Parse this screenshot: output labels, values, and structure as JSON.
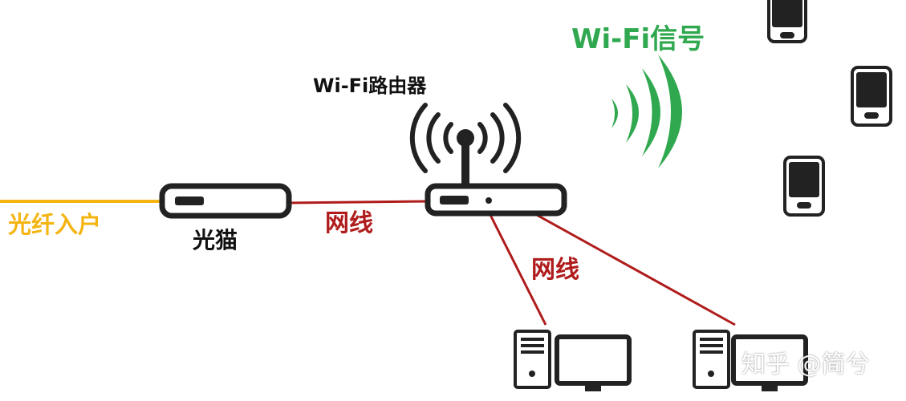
{
  "labels": {
    "fiber_in": "光纤入户",
    "modem": "光猫",
    "cable_1": "网线",
    "cable_2": "网线",
    "router": "Wi-Fi路由器",
    "wifi_signal": "Wi-Fi信号",
    "watermark": "知乎 @简兮"
  },
  "colors": {
    "fiber": "#f4b512",
    "cable": "#b01c1c",
    "wifi": "#2fa84f",
    "device": "#222222"
  },
  "icons": [
    "fiber-line",
    "modem-icon",
    "router-icon",
    "wifi-signal-icon",
    "phone-icon",
    "desktop-computer-icon"
  ]
}
